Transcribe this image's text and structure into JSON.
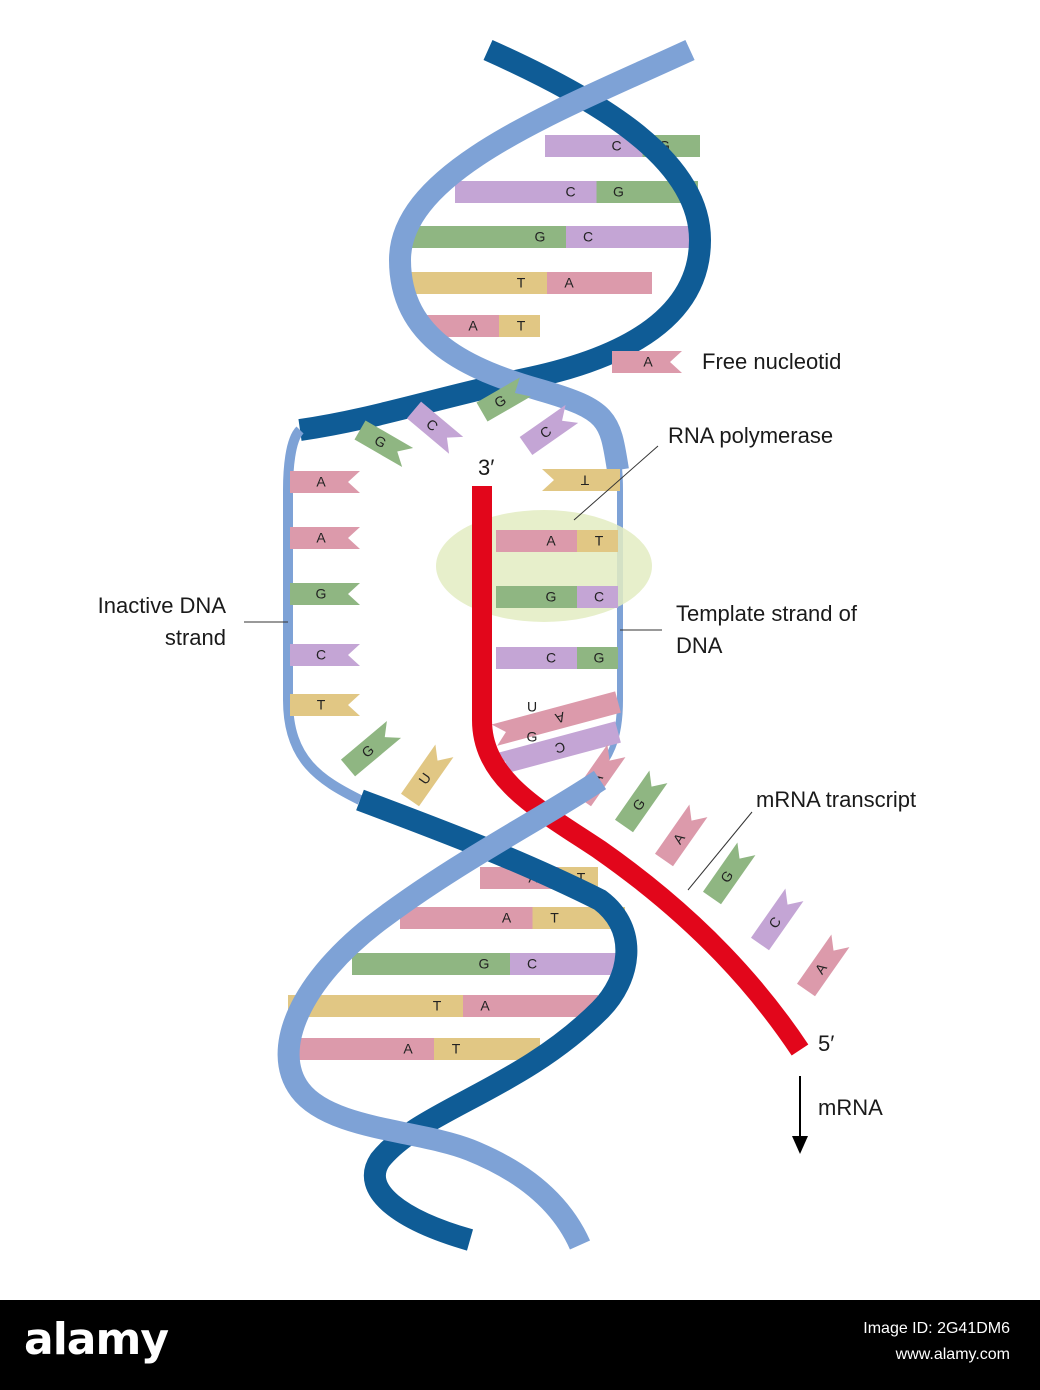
{
  "labels": {
    "free_nucleotide": "Free nucleotid",
    "rna_polymerase": "RNA polymerase",
    "inactive_strand": "Inactive DNA strand",
    "template_strand": "Template strand of DNA",
    "mrna_transcript": "mRNA transcript",
    "three_prime": "3′",
    "five_prime": "5′",
    "mrna": "mRNA",
    "legend_base": "A"
  },
  "colors": {
    "strand_dark": "#0f5c96",
    "strand_light": "#7ea2d6",
    "rna": "#e2061b",
    "A": "#dc9aab",
    "T": "#e1c784",
    "G": "#8fb682",
    "C": "#c4a5d5",
    "U": "#e1c784",
    "polymerase": "#e3ecc2"
  },
  "base_pairs": {
    "upper": [
      [
        "C",
        "G"
      ],
      [
        "C",
        "G"
      ],
      [
        "G",
        "C"
      ],
      [
        "T",
        "A"
      ],
      [
        "A",
        "T"
      ]
    ],
    "open_left": [
      "A",
      "A",
      "G",
      "C",
      "T"
    ],
    "open_right": [
      [
        "T",
        ""
      ],
      [
        "A",
        "T"
      ],
      [
        "G",
        "C"
      ],
      [
        "C",
        "G"
      ],
      [
        "U",
        "A"
      ],
      [
        "G",
        "C"
      ]
    ],
    "free_top": [
      "G",
      "C",
      "G",
      "C"
    ],
    "free_bottom": [
      "G",
      "U"
    ],
    "lower": [
      [
        "A",
        "T"
      ],
      [
        "A",
        "T"
      ],
      [
        "G",
        "C"
      ],
      [
        "T",
        "A"
      ],
      [
        "A",
        "T"
      ]
    ],
    "transcript": [
      "A",
      "G",
      "A",
      "G",
      "C",
      "A"
    ]
  },
  "footer": {
    "logo": "alamy",
    "line1": "Image ID: 2G41DM6",
    "line2": "www.alamy.com"
  }
}
